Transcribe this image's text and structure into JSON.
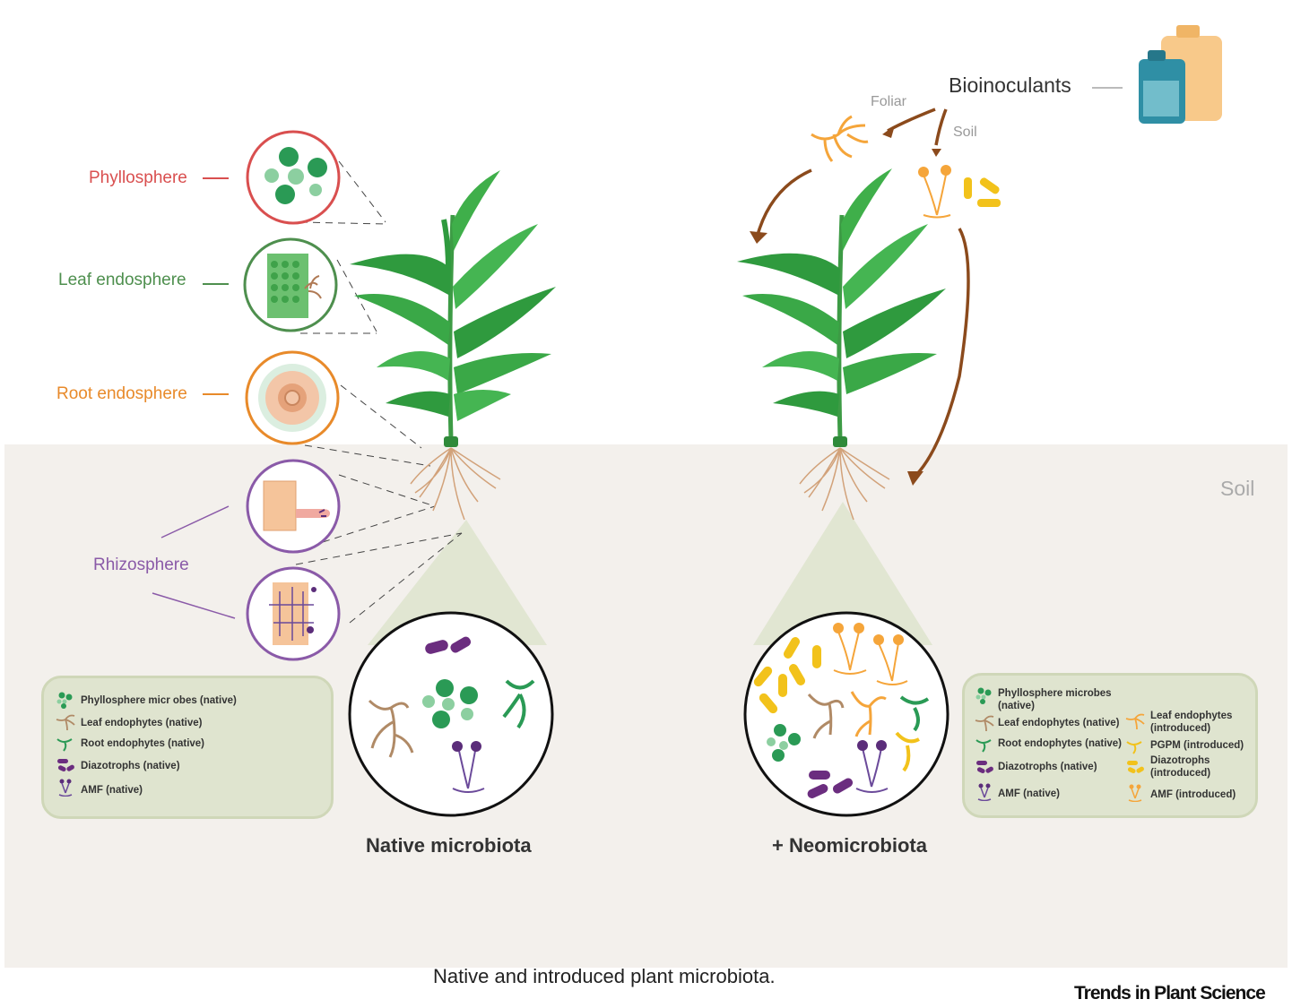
{
  "zones": {
    "phyllosphere": "Phyllosphere",
    "leaf_endosphere": "Leaf endosphere",
    "root_endosphere": "Root endosphere",
    "rhizosphere": "Rhizosphere",
    "soil": "Soil"
  },
  "bioinoculants": {
    "title": "Bioinoculants",
    "foliar": "Foliar",
    "soil": "Soil"
  },
  "native_legend": [
    {
      "label": "Phyllosphere micr obes (native)",
      "icon": "phyllosphere-microbes-icon"
    },
    {
      "label": "Leaf endophytes (native)",
      "icon": "leaf-endophyte-icon"
    },
    {
      "label": "Root endophytes (native)",
      "icon": "root-endophyte-icon"
    },
    {
      "label": "Diazotrophs (native)",
      "icon": "diazotroph-icon"
    },
    {
      "label": "AMF (native)",
      "icon": "amf-icon"
    }
  ],
  "neo_legend_left": [
    {
      "label": "Phyllosphere microbes\n(native)",
      "icon": "phyllosphere-microbes-icon"
    },
    {
      "label": "Leaf endophytes (native)",
      "icon": "leaf-endophyte-icon"
    },
    {
      "label": "Root endophytes (native)",
      "icon": "root-endophyte-icon"
    },
    {
      "label": "Diazotrophs (native)",
      "icon": "diazotroph-icon"
    },
    {
      "label": "AMF (native)",
      "icon": "amf-icon"
    }
  ],
  "neo_legend_right": [
    {
      "label": "Leaf endophytes\n(introduced)",
      "icon": "leaf-endophyte-introduced-icon"
    },
    {
      "label": "PGPM (introduced)",
      "icon": "pgpm-icon"
    },
    {
      "label": "Diazotrophs\n(introduced)",
      "icon": "diazotroph-introduced-icon"
    },
    {
      "label": "AMF (introduced)",
      "icon": "amf-introduced-icon"
    }
  ],
  "titles": {
    "native": "Native microbiota",
    "neo": "+ Neomicrobiota"
  },
  "caption": "Native and introduced plant microbiota.",
  "journal": "Trends in Plant Science",
  "colors": {
    "phyllosphere": "#d94f4f",
    "leaf_endosphere": "#4e8f4e",
    "root_endosphere": "#e88a2a",
    "rhizosphere": "#8a5aa8",
    "soil_bg": "#f3f0ec",
    "native_green": "#2a9a55",
    "native_purple": "#5b2d7a",
    "introduced_yellow": "#f2c21b",
    "introduced_orange": "#f5a53a",
    "arrow_brown": "#8b4a1c",
    "legend_bg": "#dfe4cf"
  }
}
